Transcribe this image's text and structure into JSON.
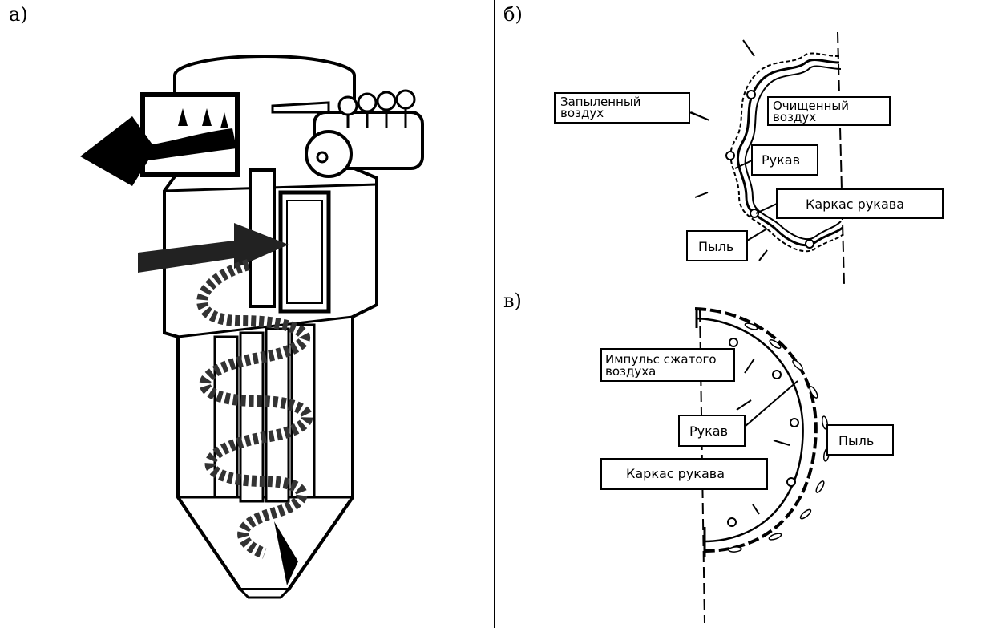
{
  "panels": {
    "a": {
      "letter": "а)"
    },
    "b": {
      "letter": "б)",
      "labels": {
        "dusty_air_1": "Запыленный",
        "dusty_air_2": "воздух",
        "clean_air_1": "Очищенный",
        "clean_air_2": "воздух",
        "bag": "Рукав",
        "bag_frame": "Каркас рукава",
        "dust": "Пыль"
      }
    },
    "c": {
      "letter": "в)",
      "labels": {
        "pulse_1": "Импульс сжатого",
        "pulse_2": "воздуха",
        "bag": "Рукав",
        "dust": "Пыль",
        "bag_frame": "Каркас рукава"
      }
    }
  }
}
